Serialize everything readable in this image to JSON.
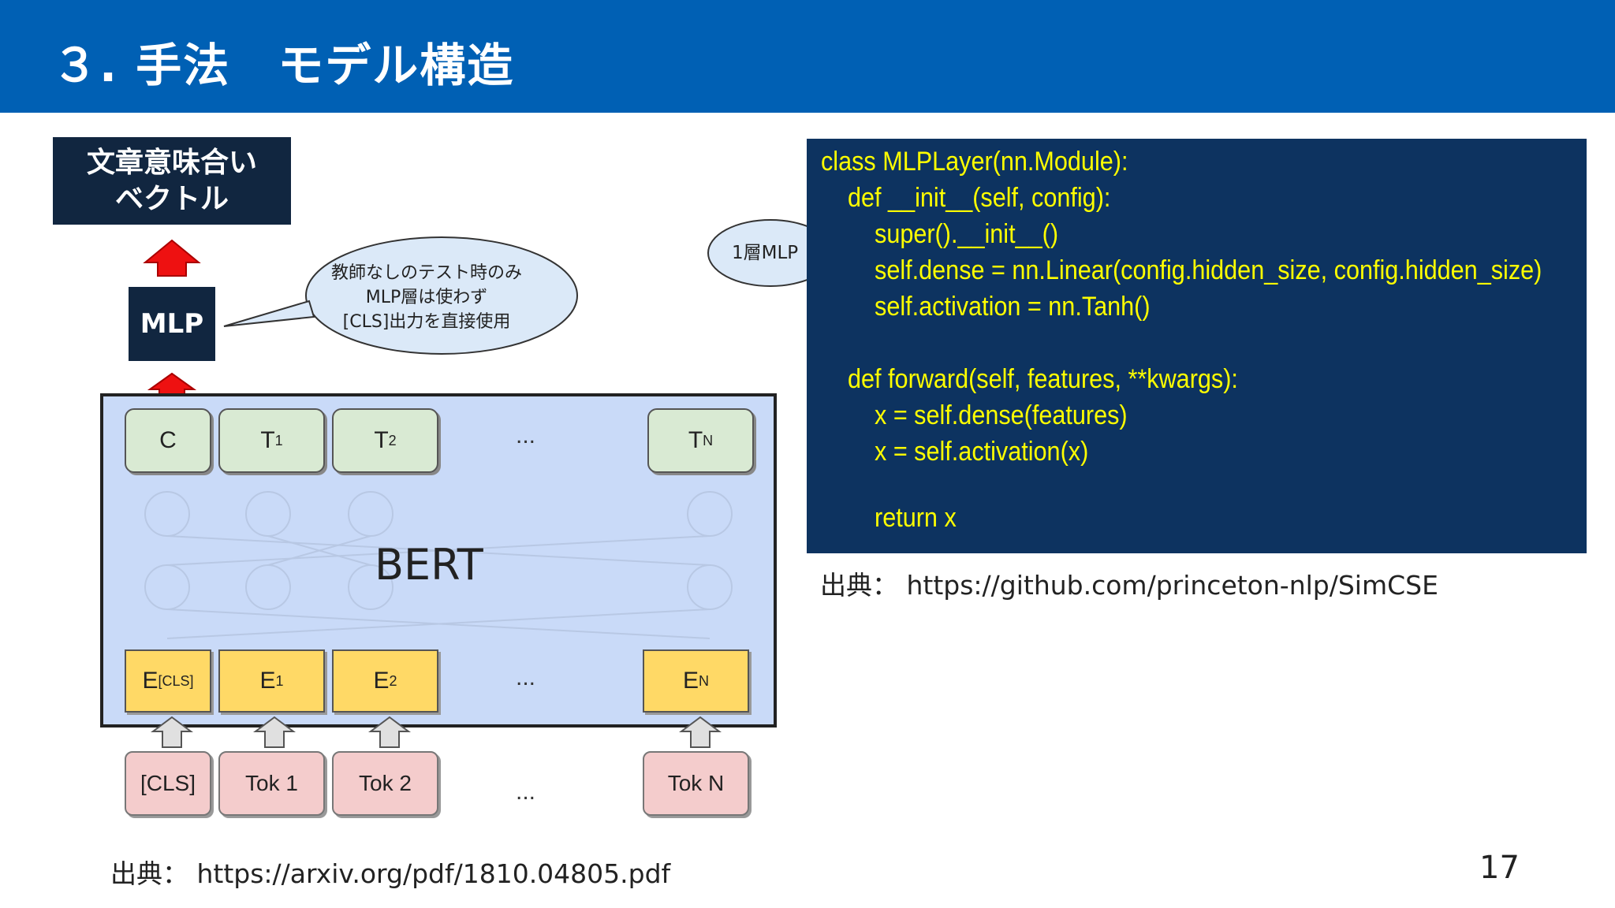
{
  "header": {
    "title": "３. 手法　モデル構造"
  },
  "diagram": {
    "output_label_line1": "文章意味合い",
    "output_label_line2": "ベクトル",
    "mlp_label": "MLP",
    "bert_label": "BERT",
    "callout_line1": "教師なしのテスト時のみ",
    "callout_line2": "MLP層は使わず",
    "callout_line3": "[CLS]出力を直接使用",
    "output_tokens": [
      "C",
      "T",
      "T",
      "T"
    ],
    "output_subs": [
      "",
      "1",
      "2",
      "N"
    ],
    "embeddings": [
      "E",
      "E",
      "E",
      "E"
    ],
    "embedding_subs": [
      "[CLS]",
      "1",
      "2",
      "N"
    ],
    "input_tokens": [
      "[CLS]",
      "Tok 1",
      "Tok 2",
      "Tok N"
    ],
    "ellipsis": "..."
  },
  "code": {
    "callout": "1層MLP",
    "lines": [
      "class MLPLayer(nn.Module):",
      "    def __init__(self, config):",
      "        super().__init__()",
      "        self.dense = nn.Linear(config.hidden_size, config.hidden_size)",
      "        self.activation = nn.Tanh()",
      "",
      "    def forward(self, features, **kwargs):",
      "        x = self.dense(features)",
      "        x = self.activation(x)",
      "",
      "        return x"
    ]
  },
  "sources": {
    "code": "出典： https://github.com/princeton-nlp/SimCSE",
    "diagram": "出典： https://arxiv.org/pdf/1810.04805.pdf"
  },
  "page_number": "17",
  "colors": {
    "header": "#0060b4",
    "dark_box": "#112640",
    "code_bg": "#0d3360",
    "code_text": "#ffff00",
    "arrow": "#ee1111"
  }
}
